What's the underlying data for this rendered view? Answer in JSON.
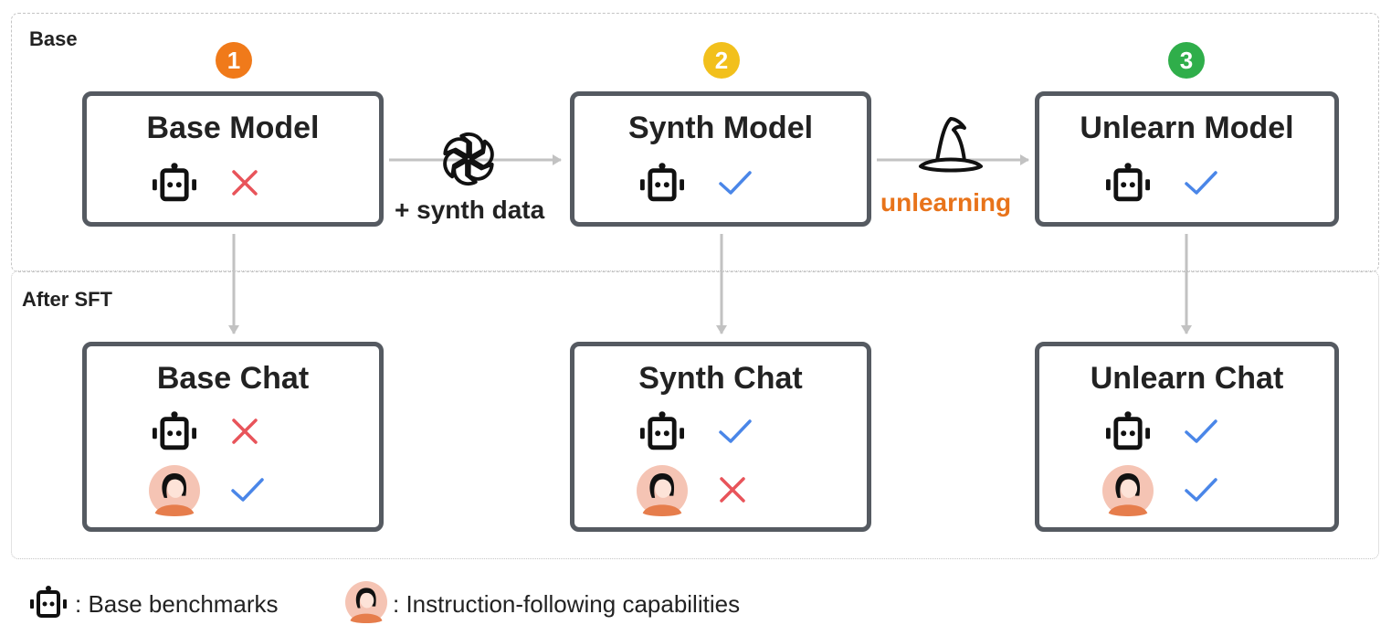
{
  "regions": {
    "base": "Base",
    "after_sft": "After SFT"
  },
  "badges": [
    "1",
    "2",
    "3"
  ],
  "badge_colors": [
    "#f07a1a",
    "#f2c01c",
    "#2fae4a"
  ],
  "top_boxes": [
    {
      "title": "Base Model",
      "base_benchmark": "cross"
    },
    {
      "title": "Synth Model",
      "base_benchmark": "check"
    },
    {
      "title": "Unlearn Model",
      "base_benchmark": "check"
    }
  ],
  "bottom_boxes": [
    {
      "title": "Base Chat",
      "base_benchmark": "cross",
      "instruction_following": "check"
    },
    {
      "title": "Synth Chat",
      "base_benchmark": "check",
      "instruction_following": "cross"
    },
    {
      "title": "Unlearn Chat",
      "base_benchmark": "check",
      "instruction_following": "check"
    }
  ],
  "transitions": {
    "synth": {
      "label": "+ synth data",
      "icon": "openai-logo-icon"
    },
    "unlearn": {
      "label": "unlearning",
      "icon": "wizard-hat-icon",
      "color": "#e8731a"
    }
  },
  "legend": {
    "robot": ": Base benchmarks",
    "person": ": Instruction-following capabilities"
  },
  "colors": {
    "check": "#4a86e8",
    "cross": "#e8545a"
  }
}
